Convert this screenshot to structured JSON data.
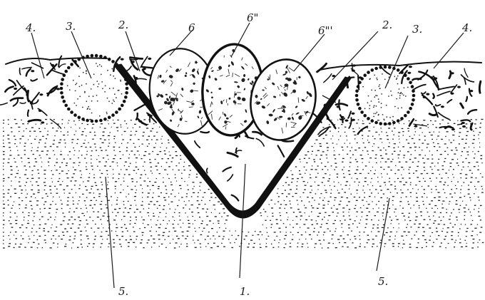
{
  "labels": {
    "l1": "1.",
    "l2_left": "2.",
    "l2_right": "2.",
    "l3_left": "3.",
    "l3_right": "3.",
    "l4_left": "4.",
    "l4_right": "4.",
    "l5_left": "5.",
    "l5_right": "5.",
    "l6": "6",
    "l6b": "6\"",
    "l6c": "6\"'"
  },
  "style": {
    "ink": "#111111",
    "paper": "#ffffff"
  }
}
